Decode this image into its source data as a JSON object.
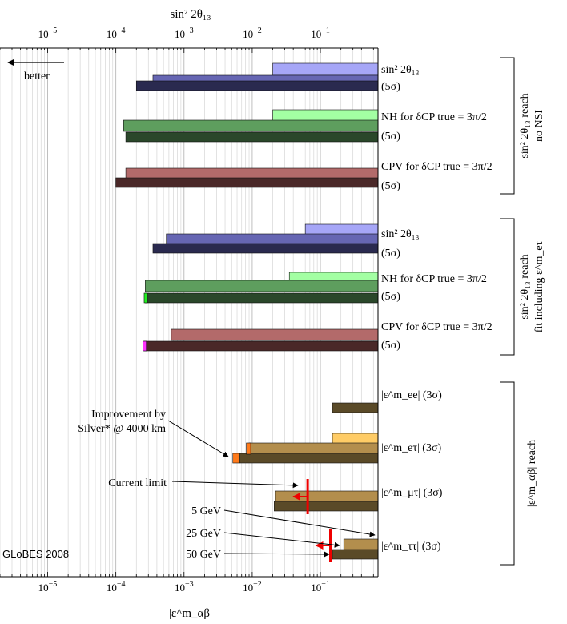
{
  "chart_data": {
    "type": "bar",
    "orientation": "horizontal",
    "x_scale": "log",
    "xlim": [
      2e-06,
      0.7
    ],
    "grid": true,
    "top_axis_label": "sin² 2θ₁₃",
    "bottom_axis_label": "|ε^m_αβ|",
    "tick_exponents": [
      -5,
      -4,
      -3,
      -2,
      -1
    ],
    "tick_base": "10",
    "better_label": "better",
    "credit": "GLoBES 2008",
    "colors": {
      "blue_light": "#a6a6f7",
      "blue_mid": "#6666b3",
      "blue_dark": "#2a2a4f",
      "green_light": "#a3ffa3",
      "green_mid": "#5e9e5e",
      "green_dark": "#2a472a",
      "red_mid": "#b36a6a",
      "red_dark": "#4a2828",
      "brown_light": "#ffcc66",
      "brown_mid": "#b38e4d",
      "brown_dark": "#5a4a28",
      "orange": "#ff7a1a",
      "magenta": "#ff33ff",
      "bright_green": "#22ee22",
      "limit_red": "#ee0000"
    },
    "groups": [
      {
        "label_lines": [
          "sin² 2θ₁₃ reach",
          "no NSI"
        ],
        "rows": [
          {
            "label": "sin² 2θ₁₃",
            "label2": "(5σ)",
            "bars": [
              {
                "from": 0.02,
                "to": 0.7,
                "color": "blue_light",
                "row": 0
              },
              {
                "from": 0.00035,
                "to": 0.7,
                "color": "blue_mid",
                "row": 1
              },
              {
                "from": 0.0002,
                "to": 0.7,
                "color": "blue_dark",
                "row": 2
              }
            ]
          },
          {
            "label": "NH for δCP true = 3π/2",
            "label2": "(5σ)",
            "bars": [
              {
                "from": 0.02,
                "to": 0.7,
                "color": "green_light",
                "row": 0
              },
              {
                "from": 0.00013,
                "to": 0.7,
                "color": "green_mid",
                "row": 1
              },
              {
                "from": 0.00014,
                "to": 0.7,
                "color": "green_dark",
                "row": 2
              }
            ]
          },
          {
            "label": "CPV for δCP true = 3π/2",
            "label2": "(5σ)",
            "bars": [
              {
                "from": 0.00014,
                "to": 0.7,
                "color": "red_mid",
                "row": 1
              },
              {
                "from": 0.0001,
                "to": 0.7,
                "color": "red_dark",
                "row": 2
              }
            ]
          }
        ]
      },
      {
        "label_lines": [
          "sin² 2θ₁₃ reach",
          "fit including ε^m_eτ"
        ],
        "rows": [
          {
            "label": "sin² 2θ₁₃",
            "label2": "(5σ)",
            "bars": [
              {
                "from": 0.06,
                "to": 0.7,
                "color": "blue_light",
                "row": 0
              },
              {
                "from": 0.00055,
                "to": 0.7,
                "color": "blue_mid",
                "row": 1
              },
              {
                "from": 0.00035,
                "to": 0.7,
                "color": "blue_dark",
                "row": 2
              }
            ]
          },
          {
            "label": "NH for δCP true = 3π/2",
            "label2": "(5σ)",
            "bars": [
              {
                "from": 0.035,
                "to": 0.7,
                "color": "green_light",
                "row": 0
              },
              {
                "from": 0.00027,
                "to": 0.7,
                "color": "green_mid",
                "row": 1
              },
              {
                "from": 0.00027,
                "to": 0.7,
                "color": "green_dark",
                "row": 2
              },
              {
                "from": 0.00026,
                "to": 0.00029,
                "color": "bright_green",
                "row": 2
              }
            ]
          },
          {
            "label": "CPV for δCP true = 3π/2",
            "label2": "(5σ)",
            "bars": [
              {
                "from": 0.00065,
                "to": 0.7,
                "color": "red_mid",
                "row": 1
              },
              {
                "from": 0.00026,
                "to": 0.7,
                "color": "red_dark",
                "row": 2
              },
              {
                "from": 0.00025,
                "to": 0.00028,
                "color": "magenta",
                "row": 2
              }
            ]
          }
        ]
      },
      {
        "label_lines": [
          "|ε^m_αβ| reach"
        ],
        "rows": [
          {
            "label": "|ε^m_ee| (3σ)",
            "bars": [
              {
                "from": 0.15,
                "to": 0.7,
                "color": "brown_dark",
                "row": 2
              }
            ]
          },
          {
            "label": "|ε^m_eτ| (3σ)",
            "bars": [
              {
                "from": 0.15,
                "to": 0.7,
                "color": "brown_light",
                "row": 0
              },
              {
                "from": 0.009,
                "to": 0.7,
                "color": "brown_mid",
                "row": 1
              },
              {
                "from": 0.0065,
                "to": 0.7,
                "color": "brown_dark",
                "row": 2
              },
              {
                "from": 0.0052,
                "to": 0.0065,
                "color": "orange",
                "row": 2
              },
              {
                "from": 0.0082,
                "to": 0.0095,
                "color": "orange",
                "row": 1
              }
            ]
          },
          {
            "label": "|ε^m_μτ| (3σ)",
            "bars": [
              {
                "from": 0.022,
                "to": 0.7,
                "color": "brown_mid",
                "row": 1
              },
              {
                "from": 0.021,
                "to": 0.7,
                "color": "brown_dark",
                "row": 2
              }
            ]
          },
          {
            "label": "|ε^m_ττ| (3σ)",
            "bars": [
              {
                "from": 0.22,
                "to": 0.7,
                "color": "brown_mid",
                "row": 1
              },
              {
                "from": 0.15,
                "to": 0.7,
                "color": "brown_dark",
                "row": 2
              }
            ]
          }
        ]
      }
    ],
    "current_limits": [
      {
        "row": "mutau",
        "value": 0.065
      },
      {
        "row": "tautau",
        "value": 0.14
      }
    ],
    "annotations": [
      {
        "text": "Improvement by",
        "text2": "Silver* @ 4000 km"
      },
      {
        "text": "Current limit"
      },
      {
        "text": "5 GeV"
      },
      {
        "text": "25 GeV"
      },
      {
        "text": "50 GeV"
      }
    ]
  }
}
